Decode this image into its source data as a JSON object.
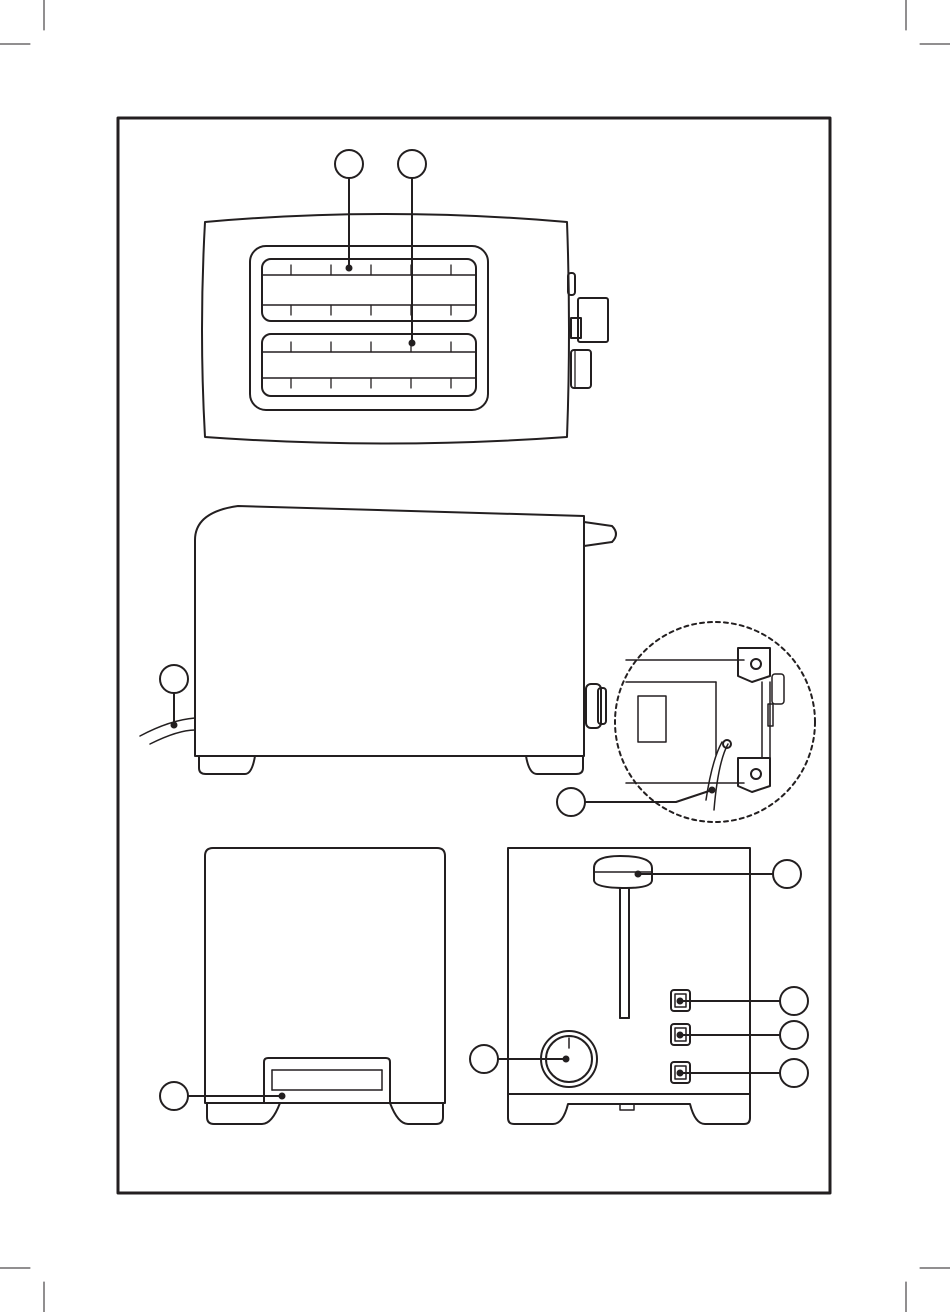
{
  "page": {
    "background": "#ffffff",
    "line_color": "#231f20"
  },
  "callouts": [
    {
      "id": "bread-slot-1",
      "label": ""
    },
    {
      "id": "bread-slot-2",
      "label": ""
    },
    {
      "id": "power-cord",
      "label": ""
    },
    {
      "id": "cord-storage",
      "label": ""
    },
    {
      "id": "crumb-tray",
      "label": ""
    },
    {
      "id": "lever",
      "label": ""
    },
    {
      "id": "button-1",
      "label": ""
    },
    {
      "id": "button-2",
      "label": ""
    },
    {
      "id": "button-3",
      "label": ""
    },
    {
      "id": "browning-dial",
      "label": ""
    }
  ]
}
